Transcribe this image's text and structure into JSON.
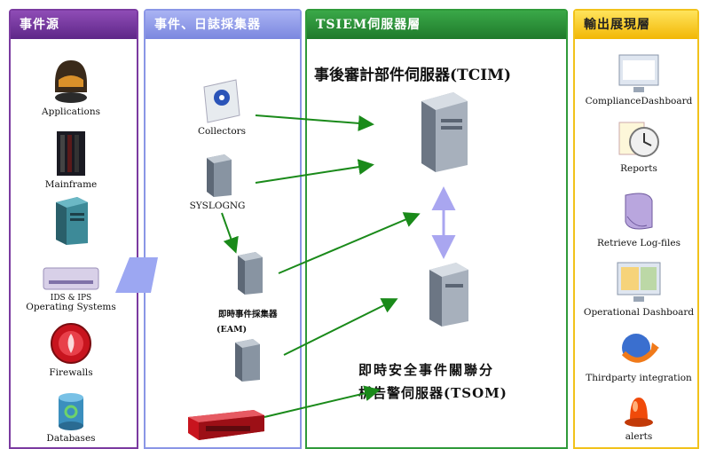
{
  "columns": {
    "sources": "事件源",
    "collectors": "事件、日誌採集器",
    "servers": "TSIEM伺服器層",
    "output": "輸出展現層"
  },
  "sources": [
    "Applications",
    "Mainframe",
    "IDS & IPS",
    "Operating Systems",
    "Firewalls",
    "Databases"
  ],
  "collectors": {
    "collectors": "Collectors",
    "syslogng": "SYSLOGNG",
    "eam_line1": "即時事件採集器",
    "eam_line2": "(EAM)"
  },
  "servers": {
    "tcim": "事後審計部件伺服器(TCIM)",
    "tsom_line1": "即時安全事件關聯分",
    "tsom_line2": "析告警伺服器(TSOM)"
  },
  "outputs": [
    "ComplianceDashboard",
    "Reports",
    "Retrieve Log-files",
    "Operational Dashboard",
    "Thirdparty integration",
    "alerts"
  ],
  "colors": {
    "sources": "#7a3aa0",
    "collectors": "#8a96e6",
    "servers": "#2f9a3a",
    "output": "#f1c21b",
    "arrow": "#1a8a1a",
    "link": "#a9a6f0"
  }
}
